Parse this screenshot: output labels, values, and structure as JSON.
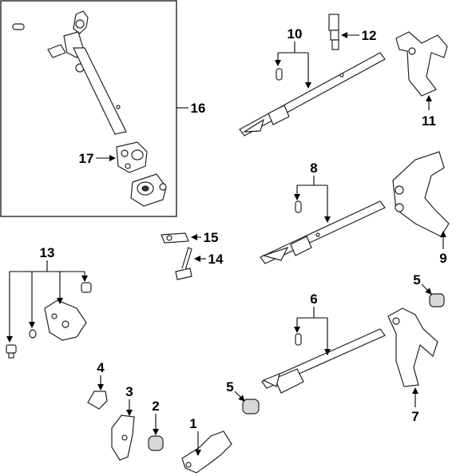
{
  "diagram": {
    "callouts": [
      "1",
      "2",
      "3",
      "4",
      "5",
      "5",
      "6",
      "7",
      "8",
      "9",
      "10",
      "11",
      "12",
      "13",
      "14",
      "15",
      "16",
      "17"
    ]
  }
}
